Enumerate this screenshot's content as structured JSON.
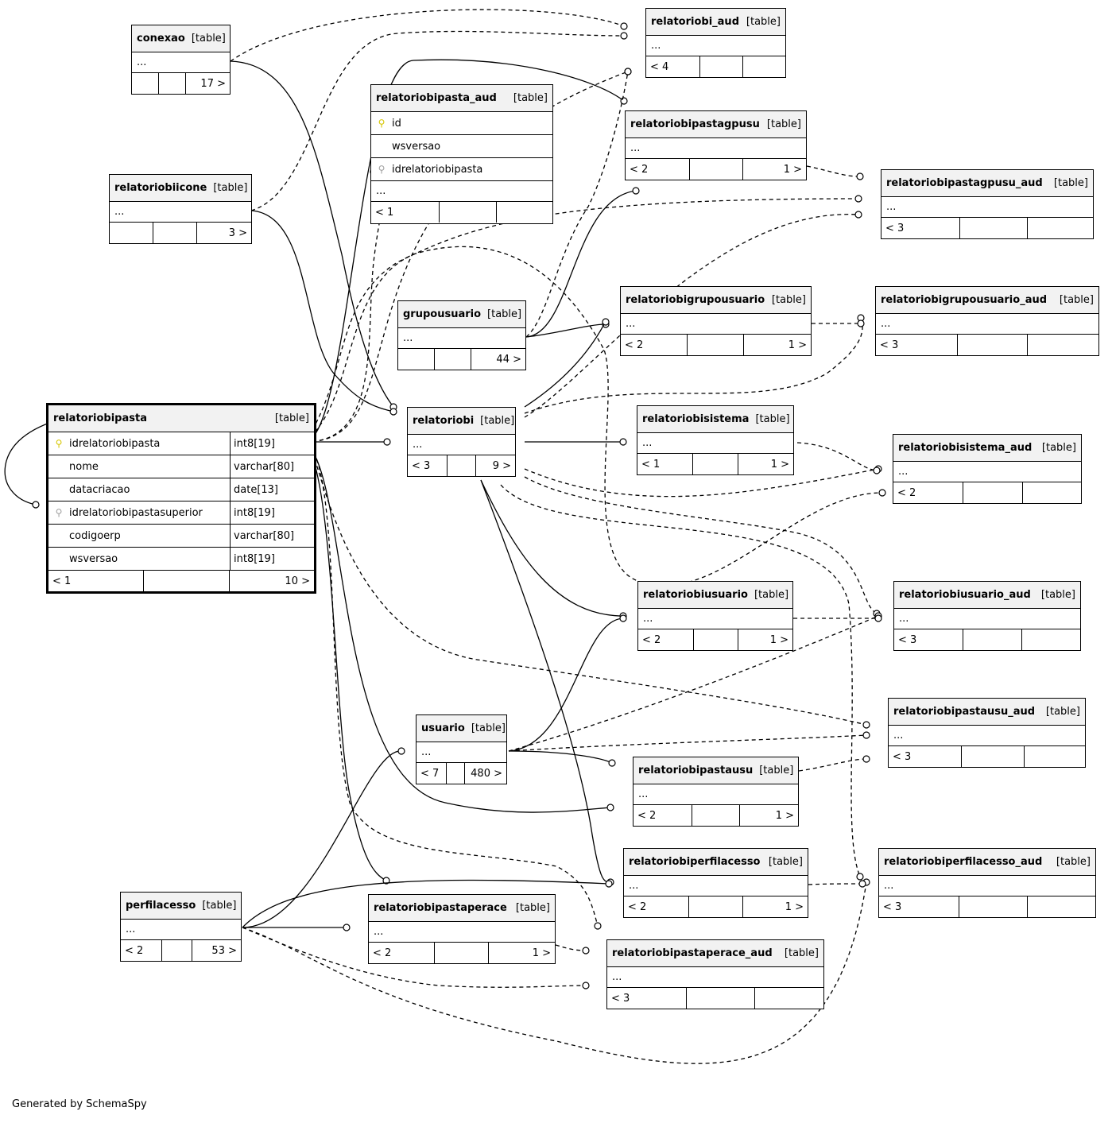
{
  "footer": "Generated by SchemaSpy",
  "kind_label": "[table]",
  "focus_table": {
    "name": "relatoriobipasta",
    "columns": [
      {
        "name": "idrelatoriobipasta",
        "type": "int8[19]",
        "key": "pk"
      },
      {
        "name": "nome",
        "type": "varchar[80]",
        "key": ""
      },
      {
        "name": "datacriacao",
        "type": "date[13]",
        "key": ""
      },
      {
        "name": "idrelatoriobipastasuperior",
        "type": "int8[19]",
        "key": "fk"
      },
      {
        "name": "codigoerp",
        "type": "varchar[80]",
        "key": ""
      },
      {
        "name": "wsversao",
        "type": "int8[19]",
        "key": ""
      }
    ],
    "footer": [
      "< 1",
      "",
      "10 >"
    ]
  },
  "aud_table": {
    "name": "relatoriobipasta_aud",
    "columns": [
      {
        "name": "id",
        "key": "pk"
      },
      {
        "name": "wsversao",
        "key": ""
      },
      {
        "name": "idrelatoriobipasta",
        "key": "fk"
      }
    ],
    "dots": "...",
    "footer": [
      "< 1",
      "",
      ""
    ]
  },
  "tables": [
    {
      "id": "conexao",
      "name": "conexao",
      "footer": [
        "",
        "",
        "17 >"
      ]
    },
    {
      "id": "relatoriobi_aud",
      "name": "relatoriobi_aud",
      "footer": [
        "< 4",
        "",
        ""
      ]
    },
    {
      "id": "relatoriobipastagpusu",
      "name": "relatoriobipastagpusu",
      "footer": [
        "< 2",
        "",
        "1 >"
      ]
    },
    {
      "id": "relatoriobiicone",
      "name": "relatoriobiicone",
      "footer": [
        "",
        "",
        "3 >"
      ]
    },
    {
      "id": "relatoriobipastagpusu_aud",
      "name": "relatoriobipastagpusu_aud",
      "footer": [
        "< 3",
        "",
        ""
      ]
    },
    {
      "id": "grupousuario",
      "name": "grupousuario",
      "footer": [
        "",
        "",
        "44 >"
      ]
    },
    {
      "id": "relatoriobigrupousuario",
      "name": "relatoriobigrupousuario",
      "footer": [
        "< 2",
        "",
        "1 >"
      ]
    },
    {
      "id": "relatoriobigrupousuario_aud",
      "name": "relatoriobigrupousuario_aud",
      "footer": [
        "< 3",
        "",
        ""
      ]
    },
    {
      "id": "relatoriobi",
      "name": "relatoriobi",
      "footer": [
        "< 3",
        "",
        "9 >"
      ]
    },
    {
      "id": "relatoriobisistema",
      "name": "relatoriobisistema",
      "footer": [
        "< 1",
        "",
        "1 >"
      ]
    },
    {
      "id": "relatoriobisistema_aud",
      "name": "relatoriobisistema_aud",
      "footer": [
        "< 2",
        "",
        ""
      ]
    },
    {
      "id": "relatoriobiusuario",
      "name": "relatoriobiusuario",
      "footer": [
        "< 2",
        "",
        "1 >"
      ]
    },
    {
      "id": "relatoriobiusuario_aud",
      "name": "relatoriobiusuario_aud",
      "footer": [
        "< 3",
        "",
        ""
      ]
    },
    {
      "id": "relatoriobipastausu_aud",
      "name": "relatoriobipastausu_aud",
      "footer": [
        "< 3",
        "",
        ""
      ]
    },
    {
      "id": "usuario",
      "name": "usuario",
      "footer": [
        "< 7",
        "",
        "480 >"
      ]
    },
    {
      "id": "relatoriobipastausu",
      "name": "relatoriobipastausu",
      "footer": [
        "< 2",
        "",
        "1 >"
      ]
    },
    {
      "id": "relatoriobiperfilacesso",
      "name": "relatoriobiperfilacesso",
      "footer": [
        "< 2",
        "",
        "1 >"
      ]
    },
    {
      "id": "relatoriobiperfilacesso_aud",
      "name": "relatoriobiperfilacesso_aud",
      "footer": [
        "< 3",
        "",
        ""
      ]
    },
    {
      "id": "perfilacesso",
      "name": "perfilacesso",
      "footer": [
        "< 2",
        "",
        "53 >"
      ]
    },
    {
      "id": "relatoriobipastaperace",
      "name": "relatoriobipastaperace",
      "footer": [
        "< 2",
        "",
        "1 >"
      ]
    },
    {
      "id": "relatoriobipastaperace_aud",
      "name": "relatoriobipastaperace_aud",
      "footer": [
        "< 3",
        "",
        ""
      ]
    }
  ],
  "dots_label": "..."
}
